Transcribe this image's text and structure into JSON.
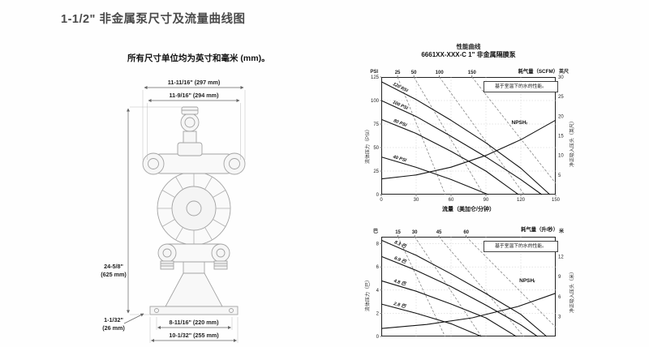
{
  "page": {
    "title": "1-1/2\" 非金属泵尺寸及流量曲线图"
  },
  "drawing": {
    "note": "所有尺寸单位均为英寸和毫米 (mm)。",
    "dims": {
      "width_top": "11-11/16\" (297 mm)",
      "width_inner": "11-9/16\" (294 mm)",
      "height_in": "24-5/8\"",
      "height_mm": "(625 mm)",
      "foot_in": "1-1/32\"",
      "foot_mm": "(26 mm)",
      "bolt_span": "8-11/16\" (220 mm)",
      "base_width": "10-1/32\" (255 mm)"
    }
  },
  "chart_data": [
    {
      "type": "line",
      "title": "性能曲线",
      "subtitle": "6661XX-XXX-C 1\" 非金属隔膜泵",
      "top_axis_label": "耗气量（SCFM）",
      "legend_note": "基于室温下的水的性能。",
      "left_axis_title": "流体压力（PSI）",
      "right_axis_title": "净正吸入压头（英尺）",
      "left_unit": "PSI",
      "right_unit": "英尺",
      "xlabel": "流量（美加仑/分钟）",
      "xlim": [
        0,
        150
      ],
      "ylim": [
        0,
        125
      ],
      "rlim": [
        0,
        30
      ],
      "x_tick_labels": [
        0,
        30,
        60,
        90,
        120,
        150
      ],
      "x_grid": [
        30,
        60,
        90,
        120
      ],
      "y_ticks": [
        0,
        25,
        50,
        75,
        100,
        125
      ],
      "r_ticks": [
        5,
        10,
        15,
        20,
        25,
        30
      ],
      "top_ticks": {
        "labels": [
          "25",
          "50",
          "100",
          "150"
        ],
        "x": [
          14,
          28,
          50,
          78
        ]
      },
      "air_lines": [
        [
          14,
          125,
          55,
          0
        ],
        [
          28,
          125,
          88,
          0
        ],
        [
          50,
          125,
          123,
          0
        ],
        [
          78,
          125,
          150,
          12
        ]
      ],
      "series": [
        {
          "name": "120 PSI",
          "points": [
            [
              0,
              120
            ],
            [
              30,
              101
            ],
            [
              60,
              79
            ],
            [
              90,
              55
            ],
            [
              120,
              28
            ],
            [
              145,
              0
            ]
          ]
        },
        {
          "name": "100 PSI",
          "points": [
            [
              0,
              100
            ],
            [
              30,
              83
            ],
            [
              60,
              62
            ],
            [
              90,
              40
            ],
            [
              120,
              16
            ],
            [
              138,
              0
            ]
          ]
        },
        {
          "name": "80 PSI",
          "points": [
            [
              0,
              80
            ],
            [
              30,
              65
            ],
            [
              60,
              46
            ],
            [
              90,
              25
            ],
            [
              118,
              0
            ]
          ]
        },
        {
          "name": "40 PSI",
          "points": [
            [
              0,
              40
            ],
            [
              30,
              29
            ],
            [
              60,
              16
            ],
            [
              92,
              0
            ]
          ]
        },
        {
          "name": "NPSHᵣ",
          "axis": "right",
          "points": [
            [
              0,
              4
            ],
            [
              30,
              5
            ],
            [
              60,
              7
            ],
            [
              90,
              10
            ],
            [
              120,
              14
            ],
            [
              150,
              19
            ]
          ]
        }
      ],
      "npsh_label": {
        "text": "NPSHᵣ",
        "x": 112,
        "y": 18
      }
    },
    {
      "type": "line",
      "top_axis_label": "耗气量（升/秒）",
      "legend_note": "基于室温下的水的性能。",
      "left_axis_title": "流体压力（巴）",
      "right_axis_title": "净正吸入压头（米）",
      "left_unit": "巴",
      "right_unit": "米",
      "xlim": [
        0,
        575
      ],
      "ylim": [
        0,
        8.6
      ],
      "rlim": [
        0,
        15
      ],
      "x_grid": [
        115,
        230,
        345,
        460
      ],
      "y_ticks": [
        0,
        2,
        4,
        6,
        8
      ],
      "r_ticks": [
        3,
        6,
        9,
        12
      ],
      "top_ticks": {
        "labels": [
          "15",
          "30",
          "45",
          "60"
        ],
        "x": [
          55,
          110,
          190,
          280
        ]
      },
      "air_lines": [
        [
          55,
          8.6,
          210,
          0
        ],
        [
          110,
          8.6,
          330,
          0
        ],
        [
          190,
          8.6,
          470,
          0
        ],
        [
          280,
          8.6,
          575,
          0.8
        ]
      ],
      "series": [
        {
          "name": "8.3 巴",
          "points": [
            [
              0,
              8.3
            ],
            [
              115,
              7.0
            ],
            [
              230,
              5.4
            ],
            [
              345,
              3.7
            ],
            [
              460,
              1.9
            ],
            [
              545,
              0
            ]
          ]
        },
        {
          "name": "6.9 巴",
          "points": [
            [
              0,
              6.9
            ],
            [
              115,
              5.7
            ],
            [
              230,
              4.3
            ],
            [
              345,
              2.7
            ],
            [
              460,
              1.0
            ],
            [
              515,
              0
            ]
          ]
        },
        {
          "name": "4.8 巴",
          "points": [
            [
              0,
              4.8
            ],
            [
              115,
              3.9
            ],
            [
              230,
              2.8
            ],
            [
              345,
              1.6
            ],
            [
              445,
              0
            ]
          ]
        },
        {
          "name": "2.8 巴",
          "points": [
            [
              0,
              2.8
            ],
            [
              115,
              2.0
            ],
            [
              230,
              1.1
            ],
            [
              330,
              0
            ]
          ]
        },
        {
          "name": "NPSHᵣ",
          "axis": "right",
          "points": [
            [
              0,
              1.2
            ],
            [
              150,
              1.8
            ],
            [
              300,
              2.8
            ],
            [
              450,
              4.5
            ],
            [
              575,
              6.5
            ]
          ]
        }
      ],
      "npsh_label": {
        "text": "NPSHᵣ",
        "x": 455,
        "y": 8.2
      }
    }
  ]
}
